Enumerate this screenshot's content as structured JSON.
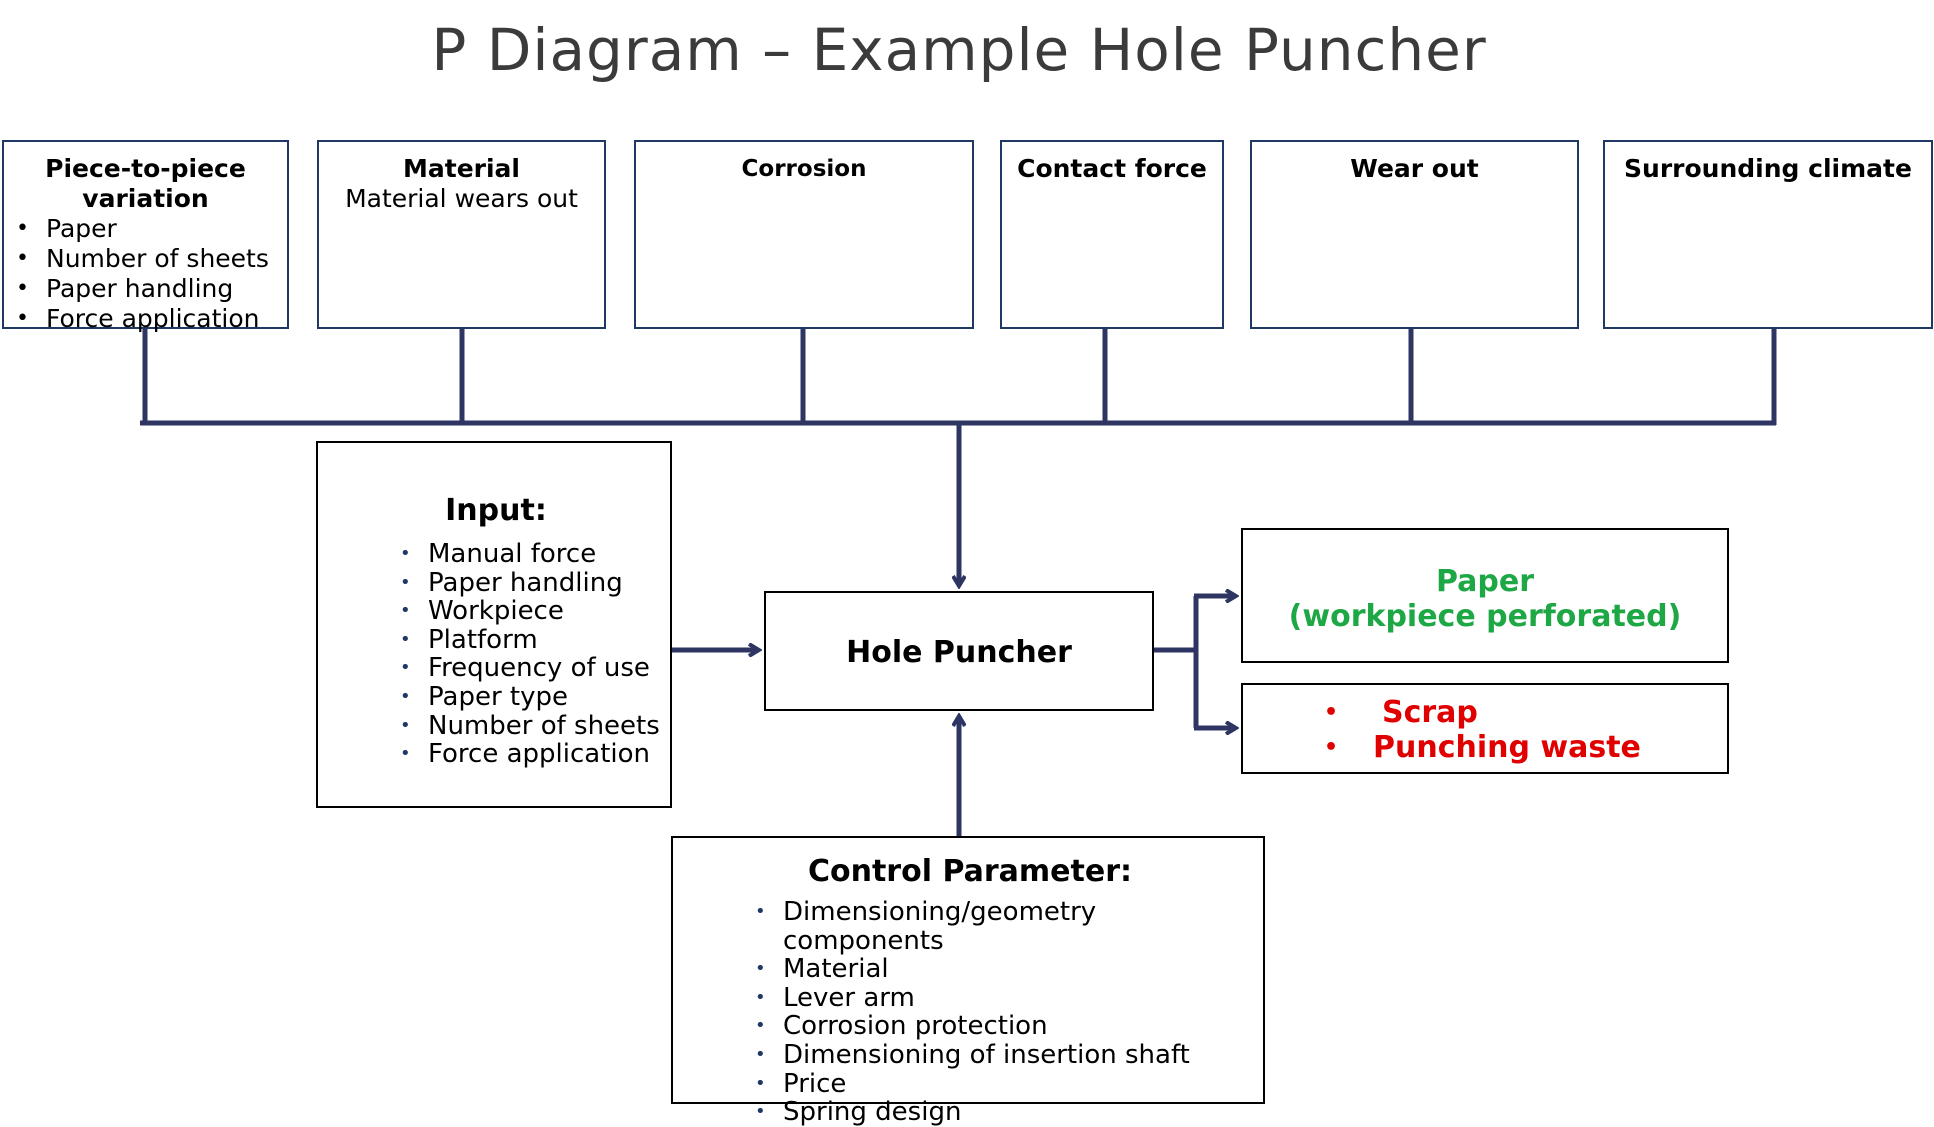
{
  "title": "P Diagram – Example Hole Puncher",
  "noise_factors": [
    {
      "heading": "Piece-to-piece variation",
      "items": [
        "Paper",
        "Number of sheets",
        "Paper handling",
        "Force application"
      ]
    },
    {
      "heading": "Material",
      "subtext": "Material wears out"
    },
    {
      "heading": "Corrosion"
    },
    {
      "heading": "Contact force"
    },
    {
      "heading": "Wear out"
    },
    {
      "heading": "Surrounding climate"
    }
  ],
  "input": {
    "heading": "Input:",
    "items": [
      "Manual force",
      "Paper handling",
      "Workpiece",
      "Platform",
      "Frequency of use",
      "Paper type",
      "Number of sheets",
      "Force application"
    ]
  },
  "system": {
    "label": "Hole Puncher"
  },
  "control": {
    "heading": "Control Parameter:",
    "items": [
      "Dimensioning/geometry components",
      "Material",
      "Lever arm",
      "Corrosion protection",
      "Dimensioning of insertion shaft",
      "Price",
      "Spring design"
    ]
  },
  "outputs": {
    "ideal": {
      "line1": "Paper",
      "line2": "(workpiece perforated)",
      "color": "#1ea745"
    },
    "error": {
      "items": [
        "Scrap",
        "Punching waste"
      ],
      "color": "#e00000"
    }
  },
  "colors": {
    "connector": "#2e3563",
    "box_border_noise": "#1f3864"
  }
}
